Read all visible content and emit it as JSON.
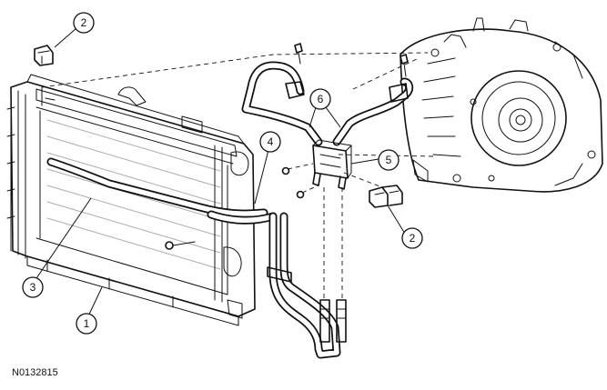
{
  "figure_id": "N0132815",
  "callouts": [
    {
      "label": "1"
    },
    {
      "label": "2"
    },
    {
      "label": "2"
    },
    {
      "label": "3"
    },
    {
      "label": "4"
    },
    {
      "label": "5"
    },
    {
      "label": "6"
    }
  ]
}
